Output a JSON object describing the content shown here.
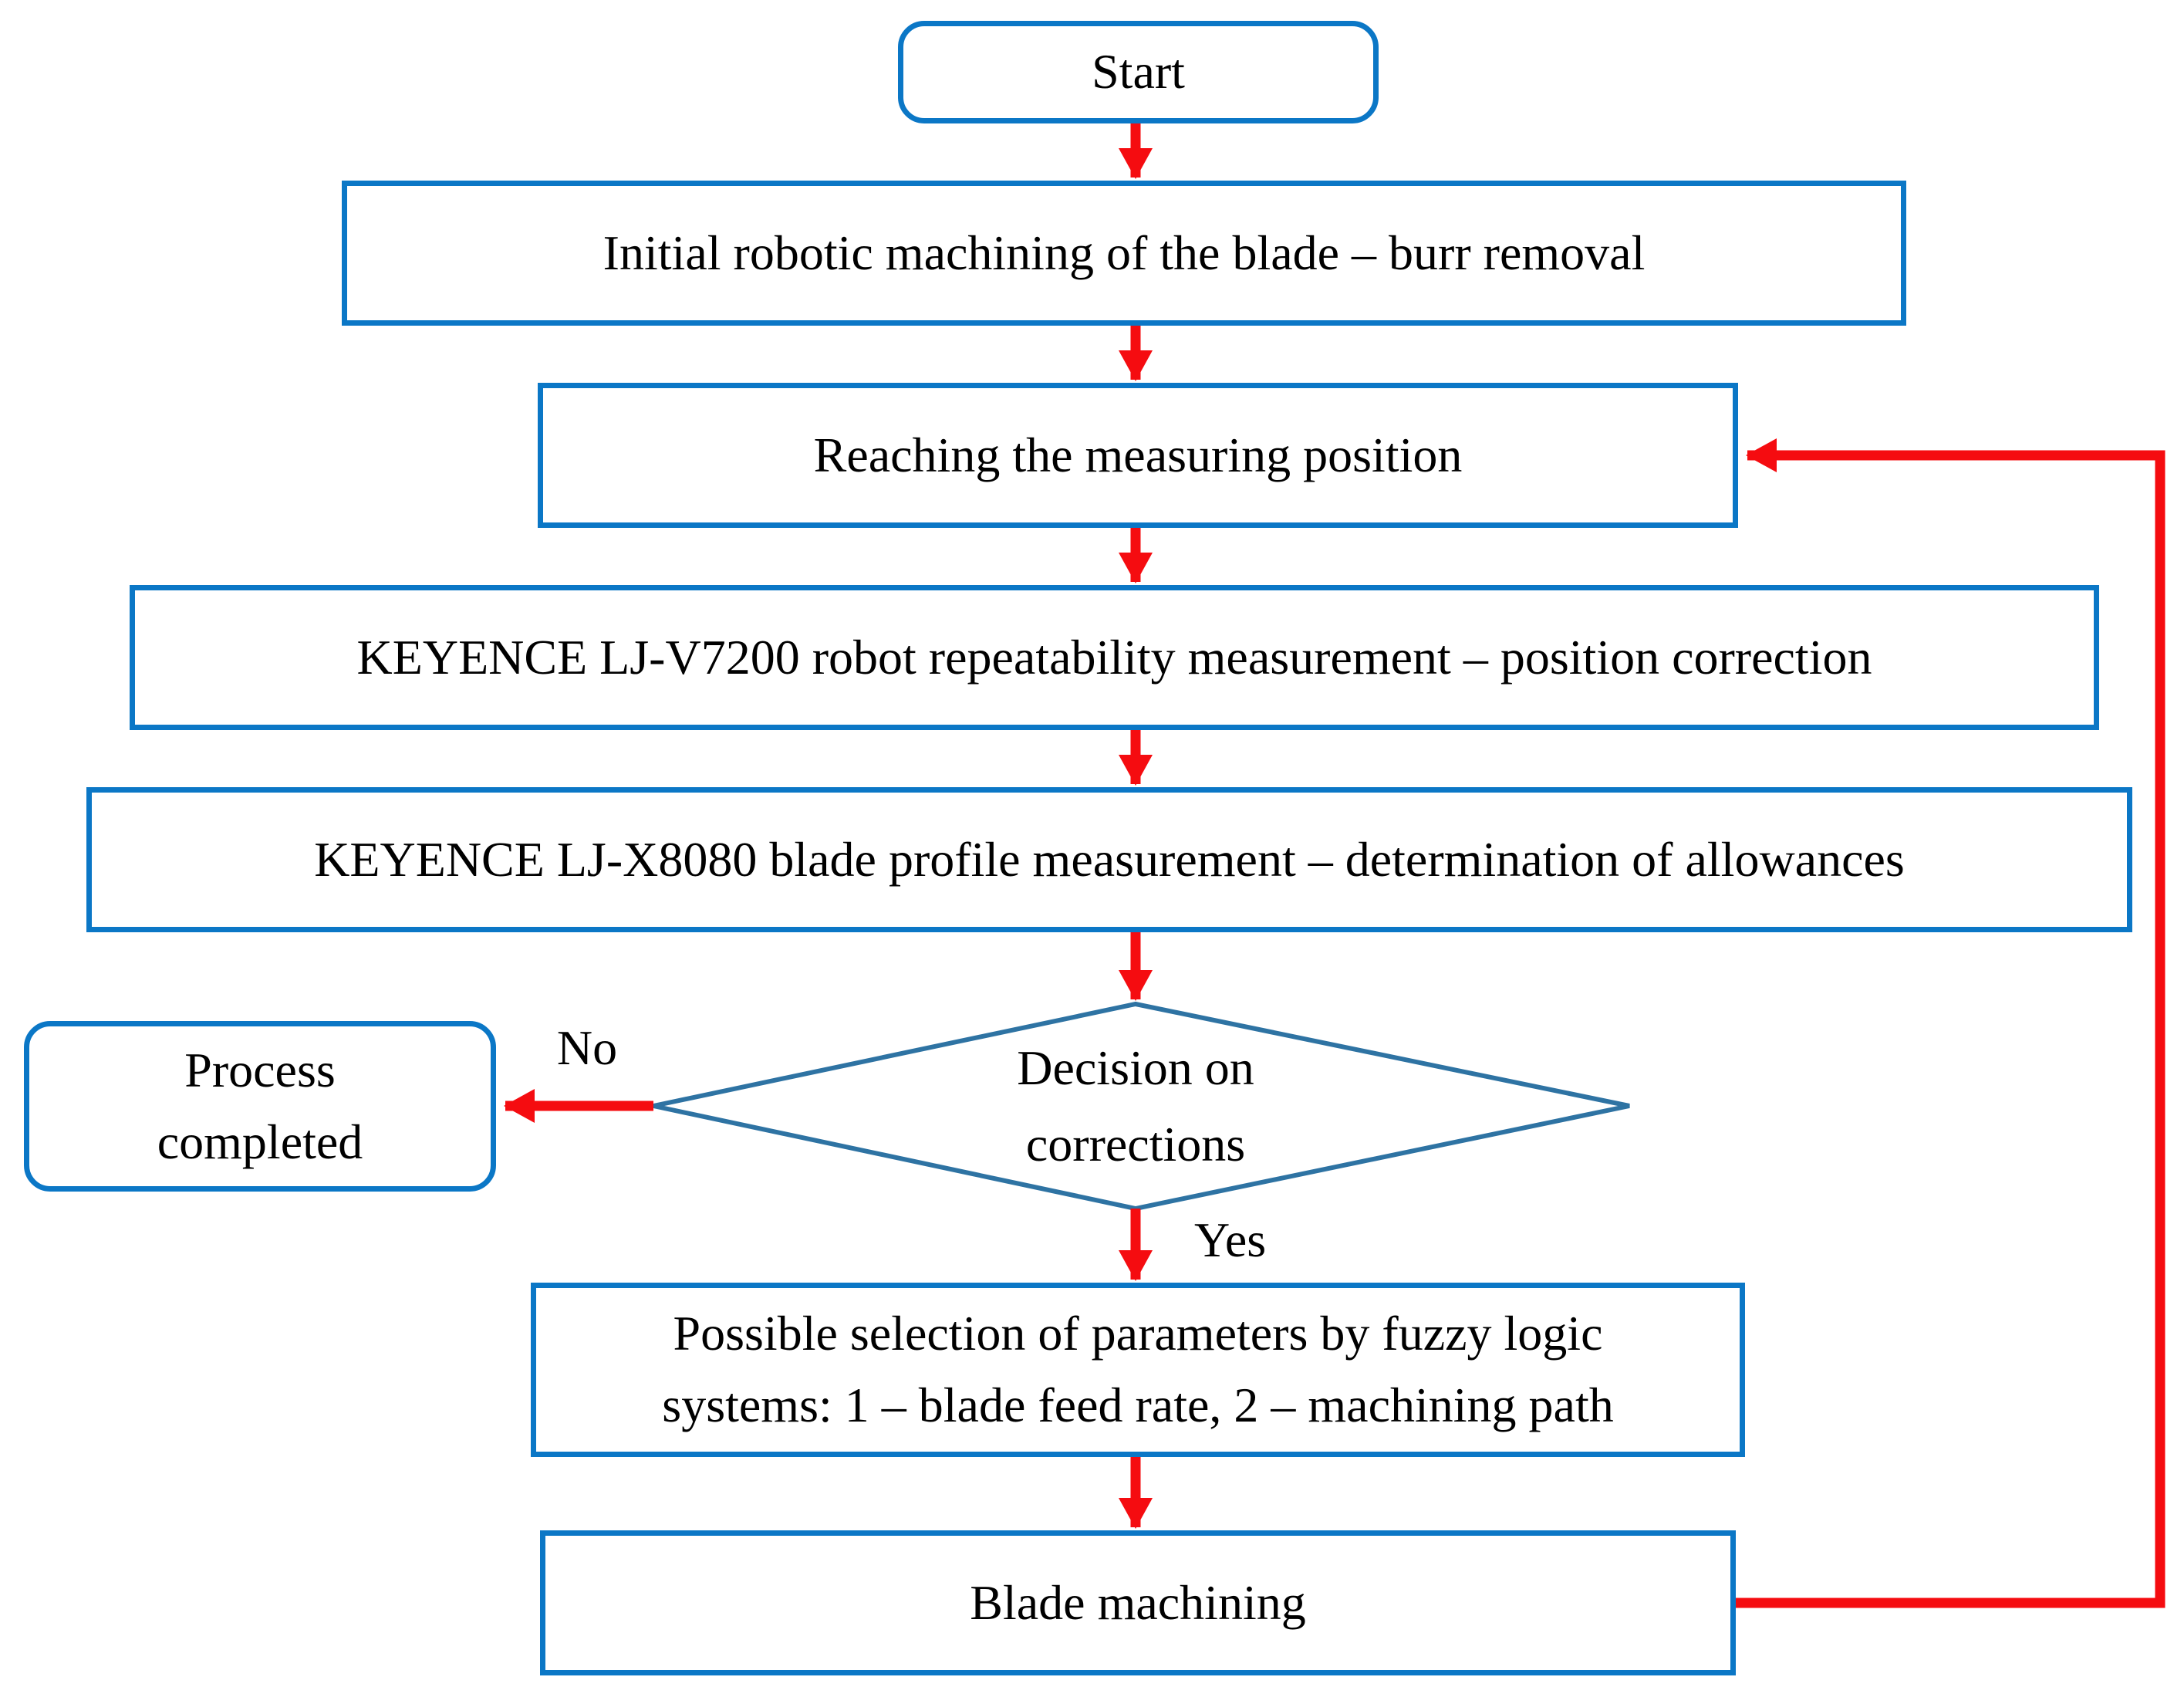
{
  "diagram": {
    "nodes": {
      "start": {
        "label": "Start"
      },
      "initial_machining": {
        "label": "Initial robotic machining of the blade – burr removal"
      },
      "reaching_position": {
        "label": "Reaching the measuring position"
      },
      "ljv7200": {
        "label": "KEYENCE LJ-V7200 robot repeatability measurement – position correction"
      },
      "ljx8080": {
        "label": "KEYENCE LJ-X8080 blade profile measurement – determination of allowances"
      },
      "decision": {
        "line1": "Decision on",
        "line2": "corrections"
      },
      "process_completed": {
        "line1": "Process",
        "line2": "completed"
      },
      "fuzzy_selection": {
        "line1": "Possible selection of parameters by fuzzy logic",
        "line2": "systems: 1 – blade feed rate, 2 – machining path"
      },
      "blade_machining": {
        "label": "Blade machining"
      }
    },
    "edge_labels": {
      "no": "No",
      "yes": "Yes"
    },
    "colors": {
      "box_border": "#0b77c6",
      "diamond_border": "#2e73a3",
      "arrow": "#f50c10",
      "text": "#000000",
      "background": "#ffffff"
    }
  }
}
